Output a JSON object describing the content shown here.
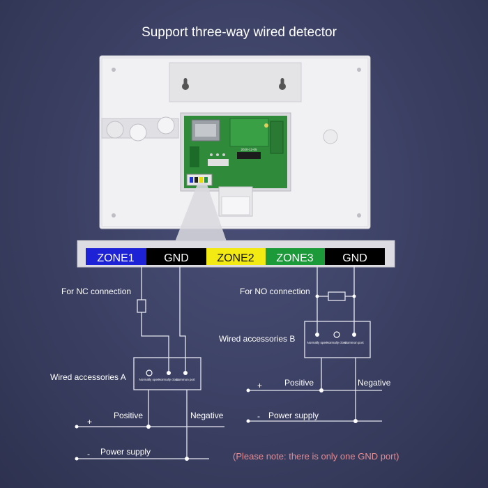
{
  "title": "Support three-way wired detector",
  "terminals": [
    {
      "label": "ZONE1",
      "bg": "#1e22d6",
      "fg": "#ffffff"
    },
    {
      "label": "GND",
      "bg": "#000000",
      "fg": "#ffffff"
    },
    {
      "label": "ZONE2",
      "bg": "#f2ea12",
      "fg": "#111111"
    },
    {
      "label": "ZONE3",
      "bg": "#1c9a39",
      "fg": "#ffffff"
    },
    {
      "label": "GND",
      "bg": "#000000",
      "fg": "#ffffff"
    }
  ],
  "board": {
    "date_code": "2020-12-05"
  },
  "left_circuit": {
    "connection_label": "For NC connection",
    "accessory_label": "Wired accessories A",
    "ports": [
      "Normally open",
      "Normally close",
      "Common port"
    ],
    "positive_label": "Positive",
    "negative_label": "Negative",
    "plus_sign": "+",
    "minus_sign": "-",
    "power_label": "Power supply"
  },
  "right_circuit": {
    "connection_label": "For NO connection",
    "accessory_label": "Wired accessories B",
    "ports": [
      "Normally open",
      "Normally close",
      "Common port"
    ],
    "positive_label": "Positive",
    "negative_label": "Negative",
    "plus_sign": "+",
    "minus_sign": "-",
    "power_label": "Power supply"
  },
  "note": "(Please note: there is only one GND port)",
  "colors": {
    "note": "#e48b93",
    "panel": "#f1f1f3",
    "pcb": "#2f8a3a"
  }
}
